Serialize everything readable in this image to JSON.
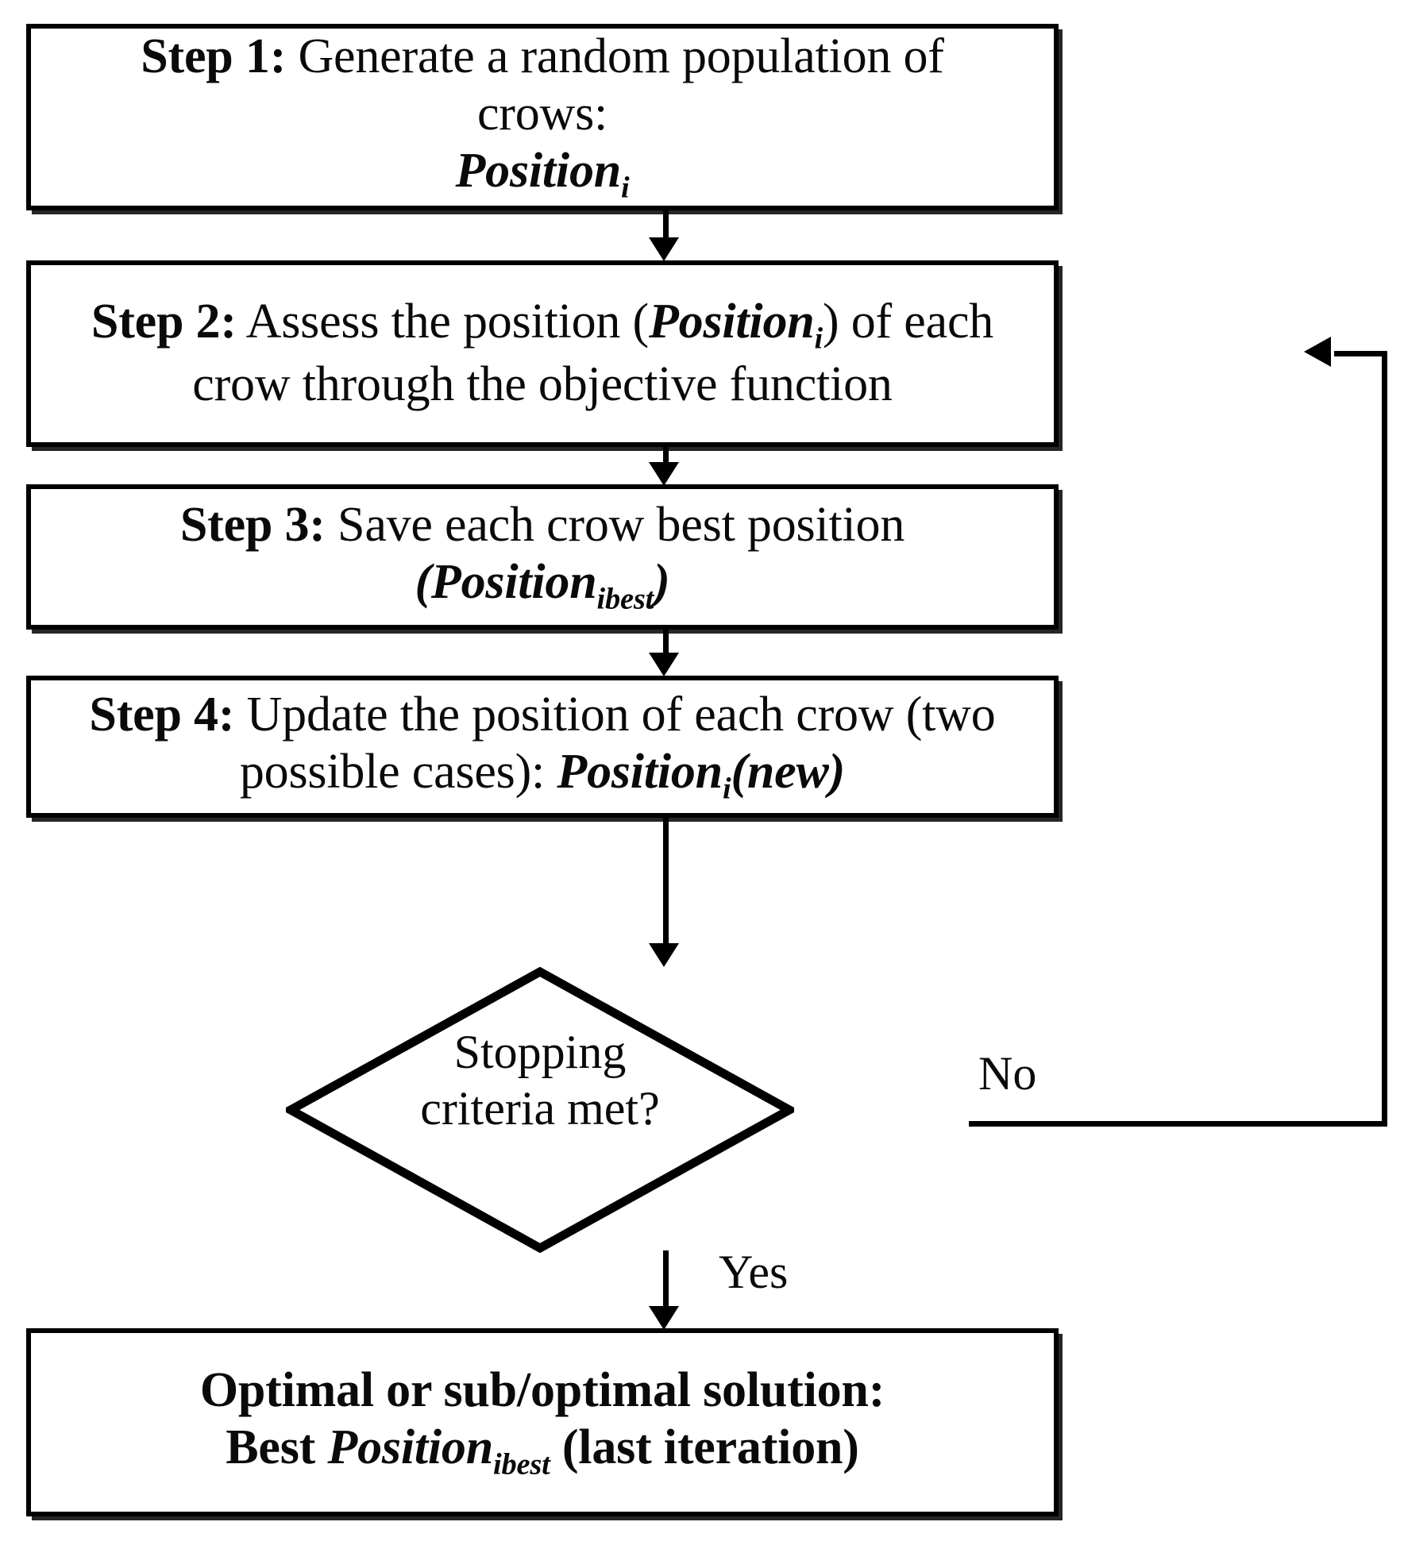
{
  "diagram": {
    "title": "Crow Search Algorithm Flowchart",
    "type": "flowchart",
    "stroke_color": "#000000",
    "fill_color": "#ffffff",
    "text_color": "#0a0a0a"
  },
  "nodes": {
    "step1": {
      "shape": "process",
      "step_label": "Step 1:",
      "line1_text": " Generate a random population of crows:",
      "line2_symbol": "Position",
      "line2_subscript": "i"
    },
    "step2": {
      "shape": "process",
      "step_label": "Step 2:",
      "line1_a": " Assess the position (",
      "line1_symbol": "Position",
      "line1_subscript": "i",
      "line1_b": ") of each",
      "line2_text": "crow through the objective function"
    },
    "step3": {
      "shape": "process",
      "step_label": "Step 3:",
      "line1_text": " Save each crow best position",
      "line2_open": "(",
      "line2_symbol": "Position",
      "line2_subscript": "ibest",
      "line2_close": ")"
    },
    "step4": {
      "shape": "process",
      "step_label": "Step 4:",
      "line1_text": " Update the position of each crow (two",
      "line2_text": "possible cases): ",
      "line2_symbol": "Position",
      "line2_subscript": "i",
      "line2_suffix": "(new)"
    },
    "decision": {
      "shape": "diamond",
      "line1": "Stopping",
      "line2": "criteria met?"
    },
    "result": {
      "shape": "process",
      "line1_text": "Optimal or sub/optimal solution:",
      "line2_prefix": "Best ",
      "line2_symbol": "Position",
      "line2_subscript": "ibest",
      "line2_suffix": " (last iteration)"
    }
  },
  "edges": {
    "step1_to_step2": {
      "label": "",
      "style": "arrow-down"
    },
    "step2_to_step3": {
      "label": "",
      "style": "arrow-down"
    },
    "step3_to_step4": {
      "label": "",
      "style": "arrow-down"
    },
    "step4_to_decision": {
      "label": "",
      "style": "arrow-down"
    },
    "decision_no": {
      "label": "No",
      "style": "loop-right-up-to-step2"
    },
    "decision_yes": {
      "label": "Yes",
      "style": "arrow-down"
    }
  }
}
